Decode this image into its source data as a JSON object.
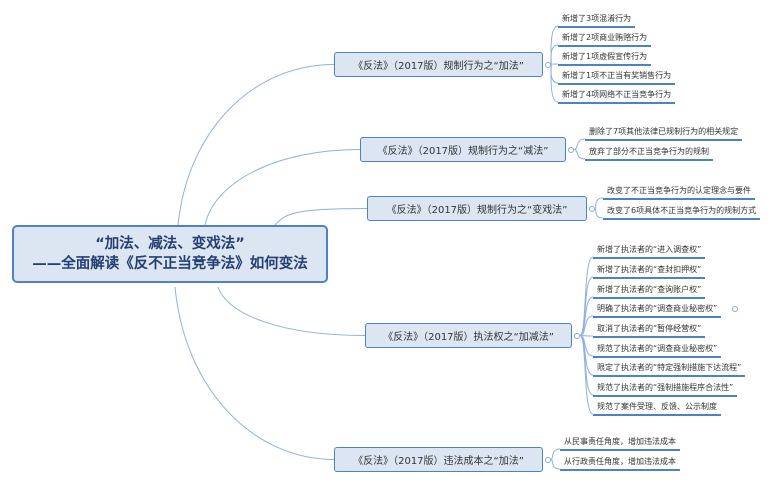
{
  "root": {
    "line1": "“加法、减法、变戏法”",
    "line2": "——全面解读《反不正当竞争法》如何变法"
  },
  "branches": [
    {
      "label": "《反法》（2017版）规制行为之“加法”",
      "leaves": [
        "新增了3项混淆行为",
        "新增了2项商业贿赂行为",
        "新增了1项虚假宣传行为",
        "新增了1项不正当有奖销售行为",
        "新增了4项网络不正当竞争行为"
      ]
    },
    {
      "label": "《反法》（2017版）规制行为之“减法”",
      "leaves": [
        "删除了7项其他法律已规制行为的相关规定",
        "放弃了部分不正当竞争行为的规制"
      ]
    },
    {
      "label": "《反法》（2017版）规制行为之“变戏法”",
      "leaves": [
        "改变了不正当竞争行为的认定理念与要件",
        "改变了6项具体不正当竞争行为的规制方式"
      ]
    },
    {
      "label": "《反法》（2017版）执法权之“加减法”",
      "leaves": [
        "新增了执法者的“进入调查权”",
        "新增了执法者的“查封扣押权”",
        "新增了执法者的“查询账户权”",
        "明确了执法者的“调查商业秘密权”",
        "取消了执法者的“暂停经营权”",
        "规范了执法者的“调查商业秘密权”",
        "限定了执法者的“特定强制措施下达流程”",
        "规范了执法者的“强制措施程序合法性”",
        "规范了案件受理、反馈、公示制度"
      ]
    },
    {
      "label": "《反法》（2017版）违法成本之“加法”",
      "leaves": [
        "从民事责任角度，增加违法成本",
        "从行政责任角度，增加违法成本"
      ]
    }
  ]
}
